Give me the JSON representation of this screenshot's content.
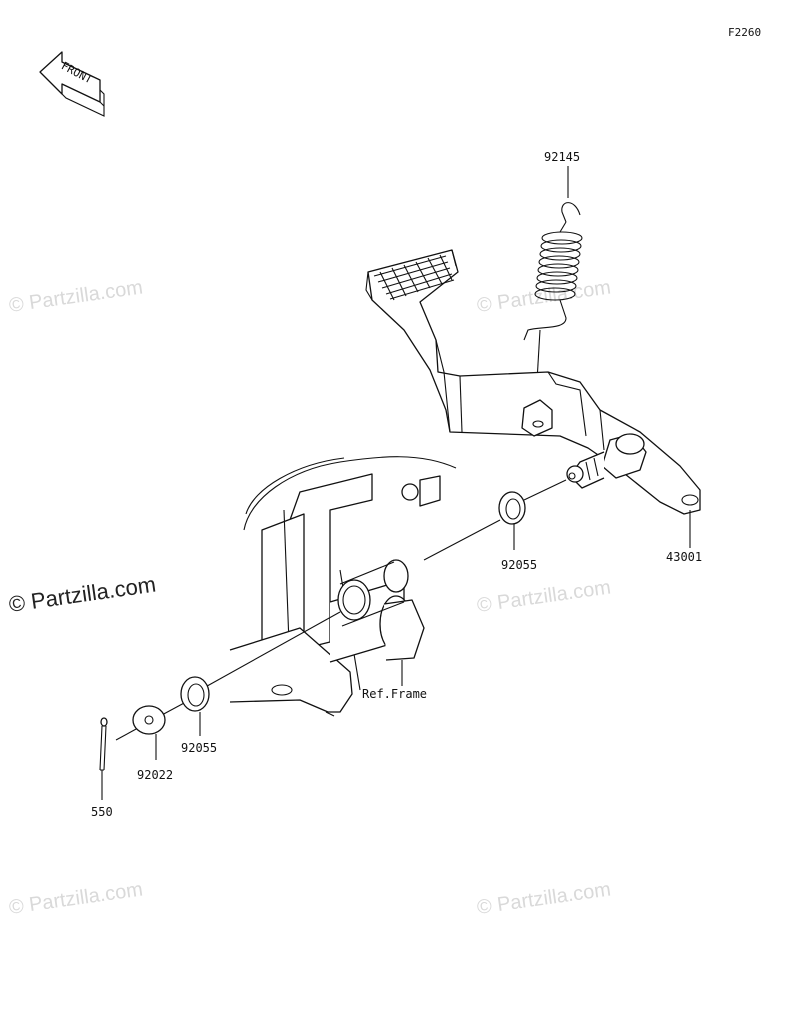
{
  "figure_id": "F2260",
  "front_label": "FRONT",
  "watermark_text": "© Partzilla.com",
  "watermark_main": "© Partzilla.com",
  "ref_label": "Ref.Frame",
  "parts": {
    "spring": "92145",
    "pedal": "43001",
    "washer_upper": "92055",
    "washer_lower": "92055",
    "washer_plain": "92022",
    "cotter_pin": "550"
  },
  "colors": {
    "line": "#111111",
    "watermark": "#d9d9d9"
  }
}
